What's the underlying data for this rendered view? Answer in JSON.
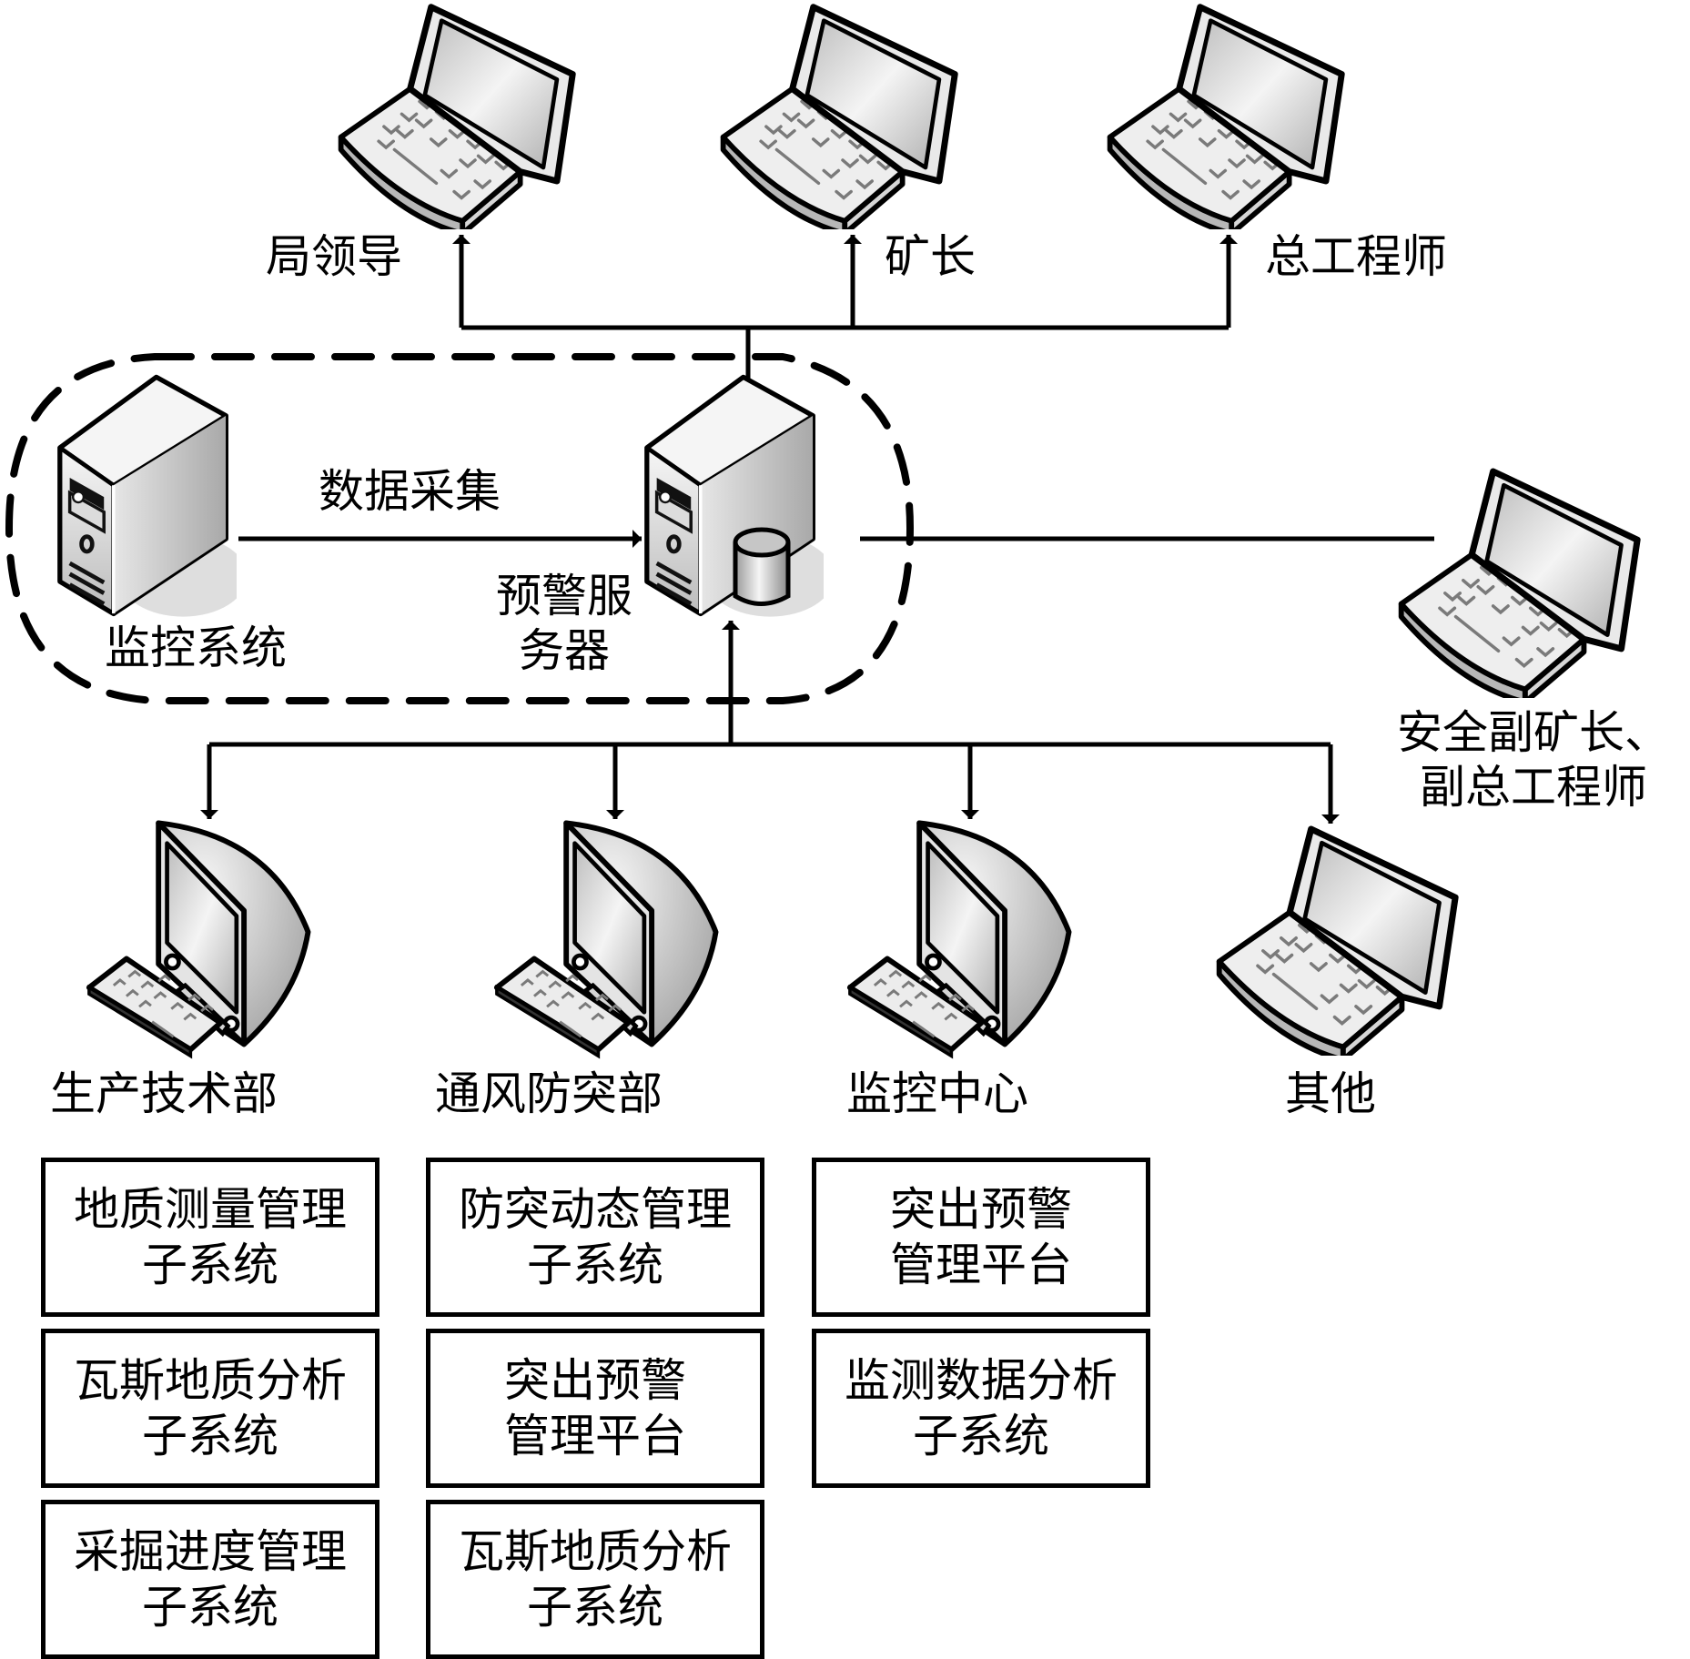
{
  "diagram": {
    "type": "network-architecture",
    "central_node": {
      "id": "warning-server",
      "label_lines": [
        "预警服",
        "务器"
      ],
      "icon": "server-with-database-icon"
    },
    "source_node": {
      "id": "monitoring-system",
      "label": "监控系统",
      "icon": "server-icon"
    },
    "data_flow_label": "数据采集",
    "top_clients": [
      {
        "id": "bureau-leader",
        "label": "局领导",
        "icon": "laptop-icon"
      },
      {
        "id": "mine-director",
        "label": "矿长",
        "icon": "laptop-icon"
      },
      {
        "id": "chief-engineer",
        "label": "总工程师",
        "icon": "laptop-icon"
      }
    ],
    "side_client": {
      "id": "deputy-staff",
      "label_lines": [
        "安全副矿长、",
        "副总工程师"
      ],
      "icon": "laptop-icon"
    },
    "bottom_clients": [
      {
        "id": "production-tech-dept",
        "label": "生产技术部",
        "icon": "workstation-icon"
      },
      {
        "id": "ventilation-dept",
        "label": "通风防突部",
        "icon": "workstation-icon"
      },
      {
        "id": "monitoring-center",
        "label": "监控中心",
        "icon": "workstation-icon"
      },
      {
        "id": "others",
        "label": "其他",
        "icon": "laptop-icon"
      }
    ],
    "subsystem_columns": [
      {
        "department": "生产技术部",
        "boxes": [
          {
            "lines": [
              "地质测量管理",
              "子系统"
            ]
          },
          {
            "lines": [
              "瓦斯地质分析",
              "子系统"
            ]
          },
          {
            "lines": [
              "采掘进度管理",
              "子系统"
            ]
          }
        ]
      },
      {
        "department": "通风防突部",
        "boxes": [
          {
            "lines": [
              "防突动态管理",
              "子系统"
            ]
          },
          {
            "lines": [
              "突出预警",
              "管理平台"
            ]
          },
          {
            "lines": [
              "瓦斯地质分析",
              "子系统"
            ]
          }
        ]
      },
      {
        "department": "监控中心",
        "boxes": [
          {
            "lines": [
              "突出预警",
              "管理平台"
            ]
          },
          {
            "lines": [
              "监测数据分析",
              "子系统"
            ]
          }
        ]
      }
    ],
    "colors": {
      "line": "#000000",
      "device_light": "#f2f2f2",
      "device_mid": "#c8c8c8",
      "device_dark": "#8a8a8a",
      "key_mark": "#7a7a7a"
    }
  }
}
